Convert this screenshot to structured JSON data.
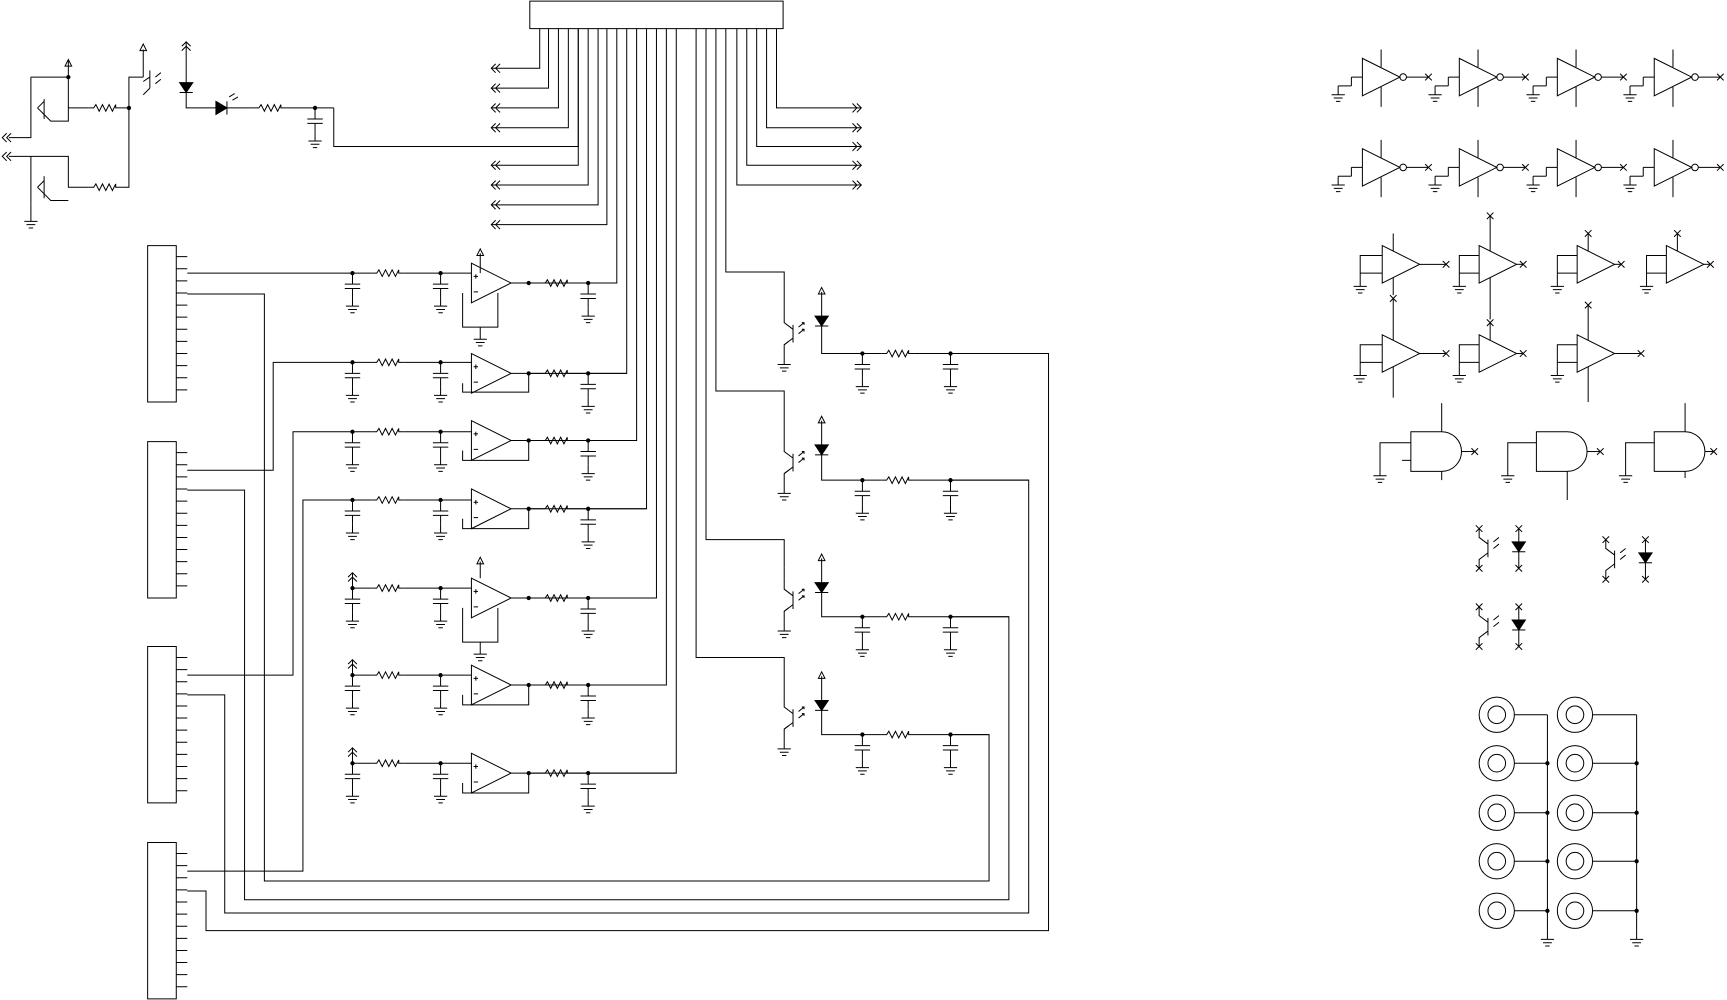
{
  "colors": {
    "background": "#ffffff",
    "ink": "#000000"
  },
  "schematic": {
    "main_connector": {
      "id": "ribbon-header",
      "pins_left_group": 12,
      "pins_right_group": 6
    },
    "ribbon_left_wires": 8,
    "ribbon_right_wires": 6,
    "pin_headers": 4,
    "pin_header_pins": 13,
    "opamp_channels": 7,
    "optocoupler_channels": 4,
    "spare_inverters": 8,
    "spare_buffers": 7,
    "spare_and_gates": 3,
    "spare_optocouplers": 3,
    "mounting_holes": {
      "rows": 5,
      "columns": 2
    }
  }
}
